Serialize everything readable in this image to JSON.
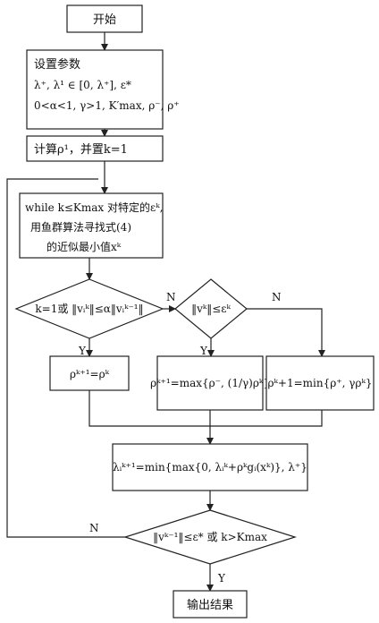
{
  "flowchart": {
    "start": "开始",
    "params": {
      "title": "设置参数",
      "line2": "λ⁺, λ¹ ∈ [0, λ⁺], ε*",
      "line3": "0<α<1, γ>1, K′max, ρ⁻, ρ⁺"
    },
    "init": "计算ρ¹，并置k=1",
    "loop": {
      "line1": "while k≤Kmax 对特定的εᵏ,",
      "line2": "用鱼群算法寻找式(4)",
      "line3": "的近似最小值xᵏ"
    },
    "decision1": "k=1或 ‖vᵢᵏ‖≤α‖vᵢᵏ⁻¹‖",
    "decision2": "‖vᵏ‖≤εᵏ",
    "action_rho_keep": "ρᵏ⁺¹=ρᵏ",
    "action_rho_max": "ρᵏ⁺¹=max{ρ⁻, (1/γ)ρᵏ}",
    "action_rho_min": "ρᵏ+1=min{ρ⁺, γρᵏ}",
    "lambda_update": "λᵢᵏ⁺¹=min{max{0, λᵢᵏ+ρᵏgᵢ(xᵏ)}, λ⁺}",
    "decision3": "‖vᵏ⁻¹‖≤ε* 或 k>Kmax",
    "end": "输出结果",
    "labels": {
      "yes": "Y",
      "no": "N"
    }
  }
}
